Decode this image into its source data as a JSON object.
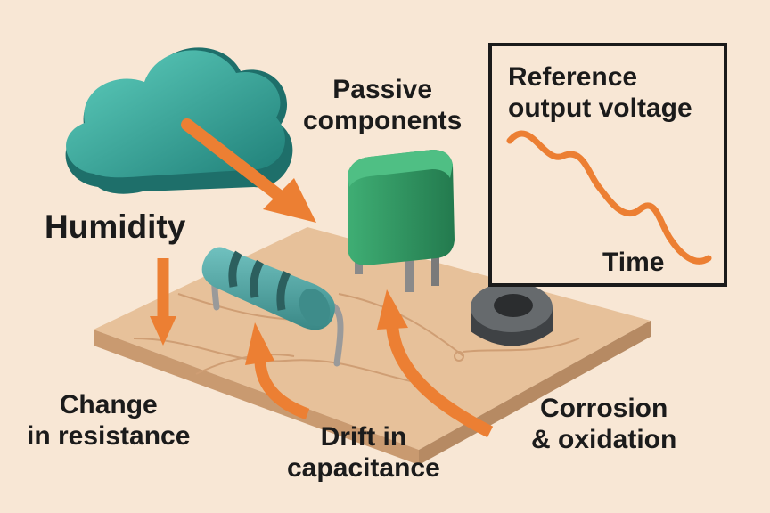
{
  "labels": {
    "humidity": "Humidity",
    "passive_line1": "Passive",
    "passive_line2": "components",
    "reference_line1": "Reference",
    "reference_line2": "output voltage",
    "time": "Time",
    "change_line1": "Change",
    "change_line2": "in resistance",
    "drift_line1": "Drift in",
    "drift_line2": "capacitance",
    "corrosion_line1": "Corrosion",
    "corrosion_line2": "& oxidation"
  },
  "colors": {
    "background": "#f8e7d5",
    "arrow": "#ec7f33",
    "cloud": "#2a9d8f",
    "board": "#e2b98f",
    "capacitor": "#2f9a64",
    "resistor": "#4fa3a1",
    "ferrite": "#55595c",
    "text": "#1b1b1b"
  }
}
